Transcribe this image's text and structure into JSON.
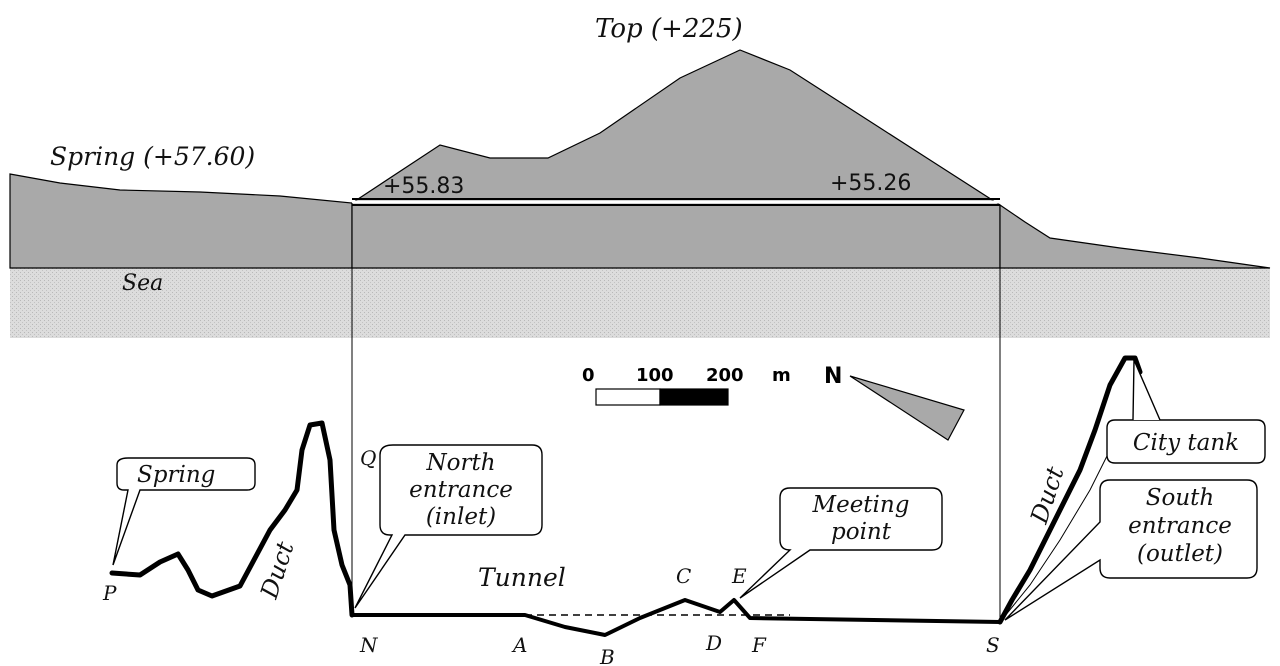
{
  "profile": {
    "top_label": "Top (+225)",
    "spring_label": "Spring (+57.60)",
    "north_elev": "+55.83",
    "south_elev": "+55.26",
    "sea_label": "Sea"
  },
  "scale_bar": {
    "tick_0": "0",
    "tick_100": "100",
    "tick_200": "200",
    "unit": "m"
  },
  "north_arrow": {
    "label": "N"
  },
  "plan": {
    "callouts": {
      "spring": "Spring",
      "north_entrance": [
        "North",
        "entrance",
        "(inlet)"
      ],
      "meeting_point": [
        "Meeting",
        "point"
      ],
      "city_tank": "City tank",
      "south_entrance": [
        "South",
        "entrance",
        "(outlet)"
      ]
    },
    "duct_label": "Duct",
    "tunnel_label": "Tunnel",
    "points": {
      "P": "P",
      "Q": "Q",
      "N": "N",
      "A": "A",
      "B": "B",
      "C": "C",
      "D": "D",
      "E": "E",
      "F": "F",
      "S": "S"
    }
  },
  "colors": {
    "mountain": "#a9a9a9",
    "sea": "#d4d4d4",
    "line": "#000000",
    "callout_fill": "#ffffff"
  }
}
